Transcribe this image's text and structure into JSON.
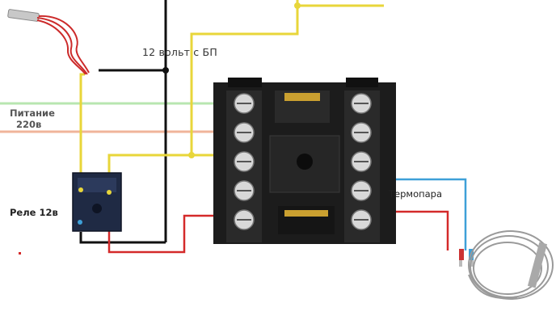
{
  "labels": {
    "supply_12v": "12 вольт с БП",
    "power_line1": "Питание",
    "power_line2": "220в",
    "relay": "Реле 12в",
    "thermocouple": "Термопара"
  },
  "colors": {
    "wire_black": "#111111",
    "wire_yellow": "#e8d63a",
    "wire_red": "#d42a2a",
    "wire_blue": "#3ea0d8",
    "wire_green": "#b8e6b0",
    "wire_salmon": "#f0b49a",
    "controller_body": "#1c1c1c",
    "relay_body": "#1f2a44"
  },
  "components": {
    "heater": "heater-cartridge",
    "controller": "temperature-controller",
    "relay": "relay-12v",
    "sensor": "thermocouple-probe"
  }
}
